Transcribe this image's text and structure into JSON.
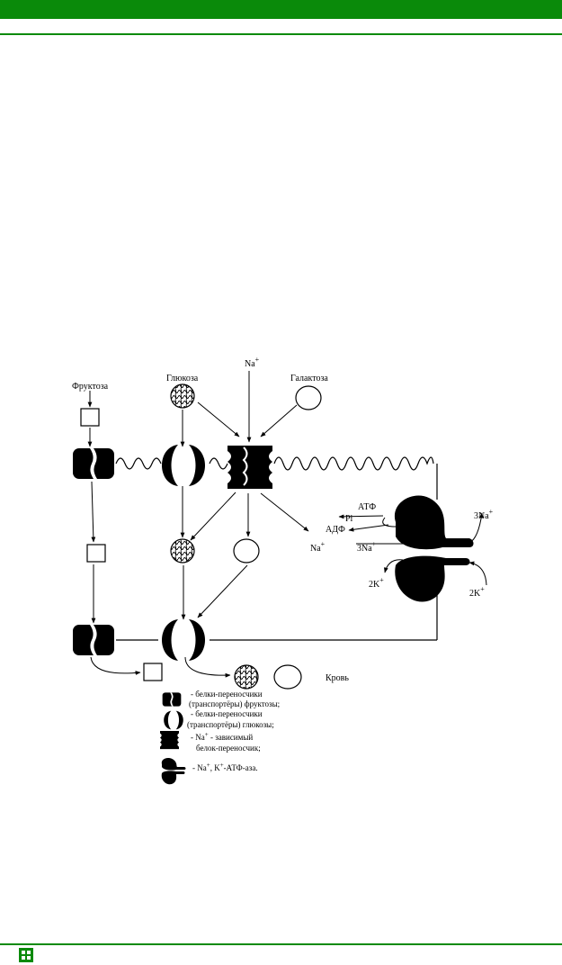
{
  "labels": {
    "fructose": "Фруктоза",
    "glucose": "Глюкоза",
    "galactose": "Галактоза",
    "na_top": "Na",
    "na_top_sup": "+",
    "na_out": "Na",
    "na_out_sup": "+",
    "atp": "АТФ",
    "pi": "Pi",
    "adp": "АДФ",
    "three_na_in": "3Na",
    "three_na_in_sup": "+",
    "three_na_out": "3Na",
    "three_na_out_sup": "+",
    "two_k_in": "2K",
    "two_k_in_sup": "+",
    "two_k_out": "2K",
    "two_k_out_sup": "+",
    "blood": "Кровь"
  },
  "legend": {
    "fructose_transporter_l1": "- белки-переносчики",
    "fructose_transporter_l2": "(транспортёры) фруктозы;",
    "glucose_transporter_l1": "- белки-переносчики",
    "glucose_transporter_l2": "(транспортёры) глюкозы;",
    "na_dep_l1_pre": "- Na",
    "na_dep_l1_sup": "+",
    "na_dep_l1_post": " - зависимый",
    "na_dep_l2": "белок-переносчик;",
    "atpase_pre": "- Na",
    "atpase_sup1": "+",
    "atpase_mid": ", K",
    "atpase_sup2": "+",
    "atpase_post": "-АТФ-аза."
  },
  "colors": {
    "accent": "#0a8a0a"
  }
}
